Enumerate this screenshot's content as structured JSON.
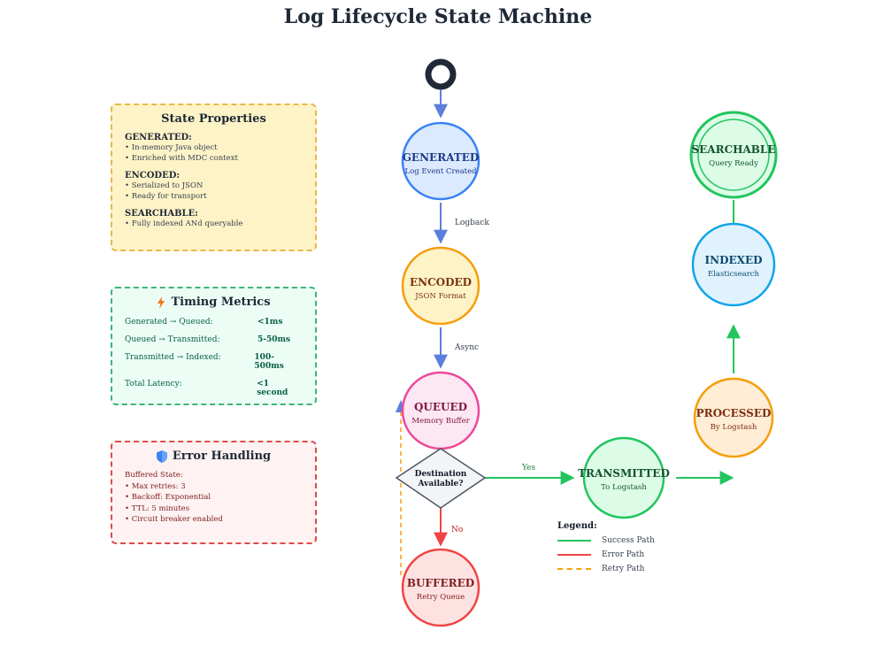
{
  "title": "Log Lifecycle State Machine",
  "panels": {
    "state_properties": {
      "title": "State Properties",
      "sections": [
        {
          "title": "GENERATED:",
          "items": [
            "• In-memory Java object",
            "• Enriched with MDC context"
          ]
        },
        {
          "title": "ENCODED:",
          "items": [
            "• Serialized to JSON",
            "• Ready for transport"
          ]
        },
        {
          "title": "SEARCHABLE:",
          "items": [
            "• Fully indexed ANd queryable"
          ]
        }
      ]
    },
    "timing_metrics": {
      "title": "Timing Metrics",
      "rows": [
        {
          "label": "Generated → Queued:",
          "value": "<1ms"
        },
        {
          "label": "Queued → Transmitted:",
          "value": "5-50ms"
        },
        {
          "label": "Transmitted → Indexed:",
          "value": "100-500ms"
        },
        {
          "label": "Total Latency:",
          "value": "<1 second"
        }
      ]
    },
    "error_handling": {
      "title": "Error Handling",
      "lines": [
        "Buffered State:",
        "• Max retries: 3",
        "• Backoff: Exponential",
        "• TTL: 5 minutes",
        "• Circuit breaker enabled"
      ]
    }
  },
  "states": {
    "generated": {
      "name": "GENERATED",
      "sub": "Log Event Created",
      "fill": "#dbeafe",
      "stroke": "#3b82f6",
      "text": "#1e3a8a"
    },
    "encoded": {
      "name": "ENCODED",
      "sub": "JSON Format",
      "fill": "#fef3c7",
      "stroke": "#f59e0b",
      "text": "#78350f"
    },
    "queued": {
      "name": "QUEUED",
      "sub": "Memory Buffer",
      "fill": "#fce7f3",
      "stroke": "#ec4899",
      "text": "#831843"
    },
    "buffered": {
      "name": "BUFFERED",
      "sub": "Retry Queue",
      "fill": "#fee2e2",
      "stroke": "#ef4444",
      "text": "#7f1d1d"
    },
    "transmitted": {
      "name": "TRANSMITTED",
      "sub": "To Logstash",
      "fill": "#dcfce7",
      "stroke": "#22c55e",
      "text": "#14532d"
    },
    "processed": {
      "name": "PROCESSED",
      "sub": "By Logstash",
      "fill": "#ffedd5",
      "stroke": "#f59e0b",
      "text": "#7c2d12"
    },
    "indexed": {
      "name": "INDEXED",
      "sub": "Elasticsearch",
      "fill": "#e0f2fe",
      "stroke": "#0ea5e9",
      "text": "#0c4a6e"
    },
    "searchable": {
      "name": "SEARCHABLE",
      "sub": "Query Ready",
      "fill": "#dcfce7",
      "stroke": "#22c55e",
      "text": "#14532d"
    }
  },
  "decision": {
    "line1": "Destination",
    "line2": "Available?"
  },
  "edges": {
    "logback": "Logback",
    "async": "Async",
    "yes": "Yes",
    "no": "No"
  },
  "legend": {
    "title": "Legend:",
    "items": [
      {
        "label": "Success Path",
        "color": "#22c55e",
        "dashed": false
      },
      {
        "label": "Error Path",
        "color": "#ef4444",
        "dashed": false
      },
      {
        "label": "Retry Path",
        "color": "#f59e0b",
        "dashed": true
      }
    ]
  },
  "colors": {
    "primary_arrow": "#5b7fdb",
    "success": "#22c55e",
    "error": "#ef4444",
    "retry": "#f59e0b"
  }
}
